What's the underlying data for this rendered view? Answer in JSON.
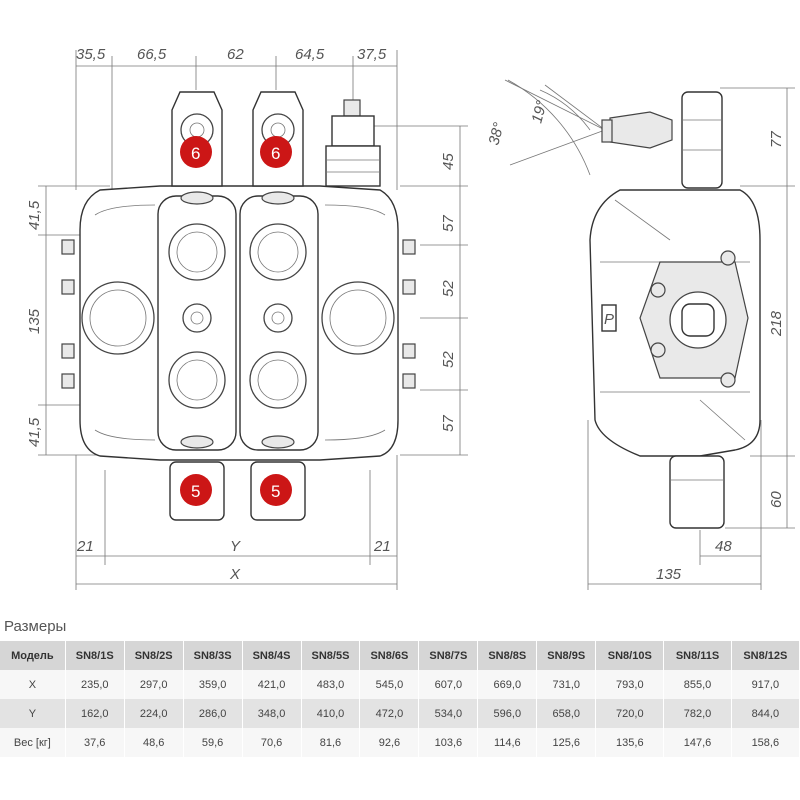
{
  "front_view": {
    "top_dims": [
      "35,5",
      "66,5",
      "62",
      "64,5",
      "37,5"
    ],
    "left_dims": [
      "41,5",
      "135",
      "41,5"
    ],
    "right_dims": [
      "45",
      "57",
      "52",
      "52",
      "57"
    ],
    "bottom_dims": [
      "21",
      "Y",
      "21"
    ],
    "overall_dim": "X",
    "markers_top": [
      "6",
      "6"
    ],
    "markers_bottom": [
      "5",
      "5"
    ]
  },
  "side_view": {
    "angle_outer": "38°",
    "angle_inner": "19°",
    "right_dims": [
      "77",
      "218",
      "60"
    ],
    "bottom_dims": [
      "48",
      "135"
    ],
    "port_label": "P"
  },
  "table": {
    "title": "Размеры",
    "header_label": "Модель",
    "models": [
      "SN8/1S",
      "SN8/2S",
      "SN8/3S",
      "SN8/4S",
      "SN8/5S",
      "SN8/6S",
      "SN8/7S",
      "SN8/8S",
      "SN8/9S",
      "SN8/10S",
      "SN8/11S",
      "SN8/12S"
    ],
    "rows": [
      {
        "label": "X",
        "values": [
          "235,0",
          "297,0",
          "359,0",
          "421,0",
          "483,0",
          "545,0",
          "607,0",
          "669,0",
          "731,0",
          "793,0",
          "855,0",
          "917,0"
        ]
      },
      {
        "label": "Y",
        "values": [
          "162,0",
          "224,0",
          "286,0",
          "348,0",
          "410,0",
          "472,0",
          "534,0",
          "596,0",
          "658,0",
          "720,0",
          "782,0",
          "844,0"
        ]
      },
      {
        "label": "Вес [кг]",
        "values": [
          "37,6",
          "48,6",
          "59,6",
          "70,6",
          "81,6",
          "92,6",
          "103,6",
          "114,6",
          "125,6",
          "135,6",
          "147,6",
          "158,6"
        ]
      }
    ]
  }
}
